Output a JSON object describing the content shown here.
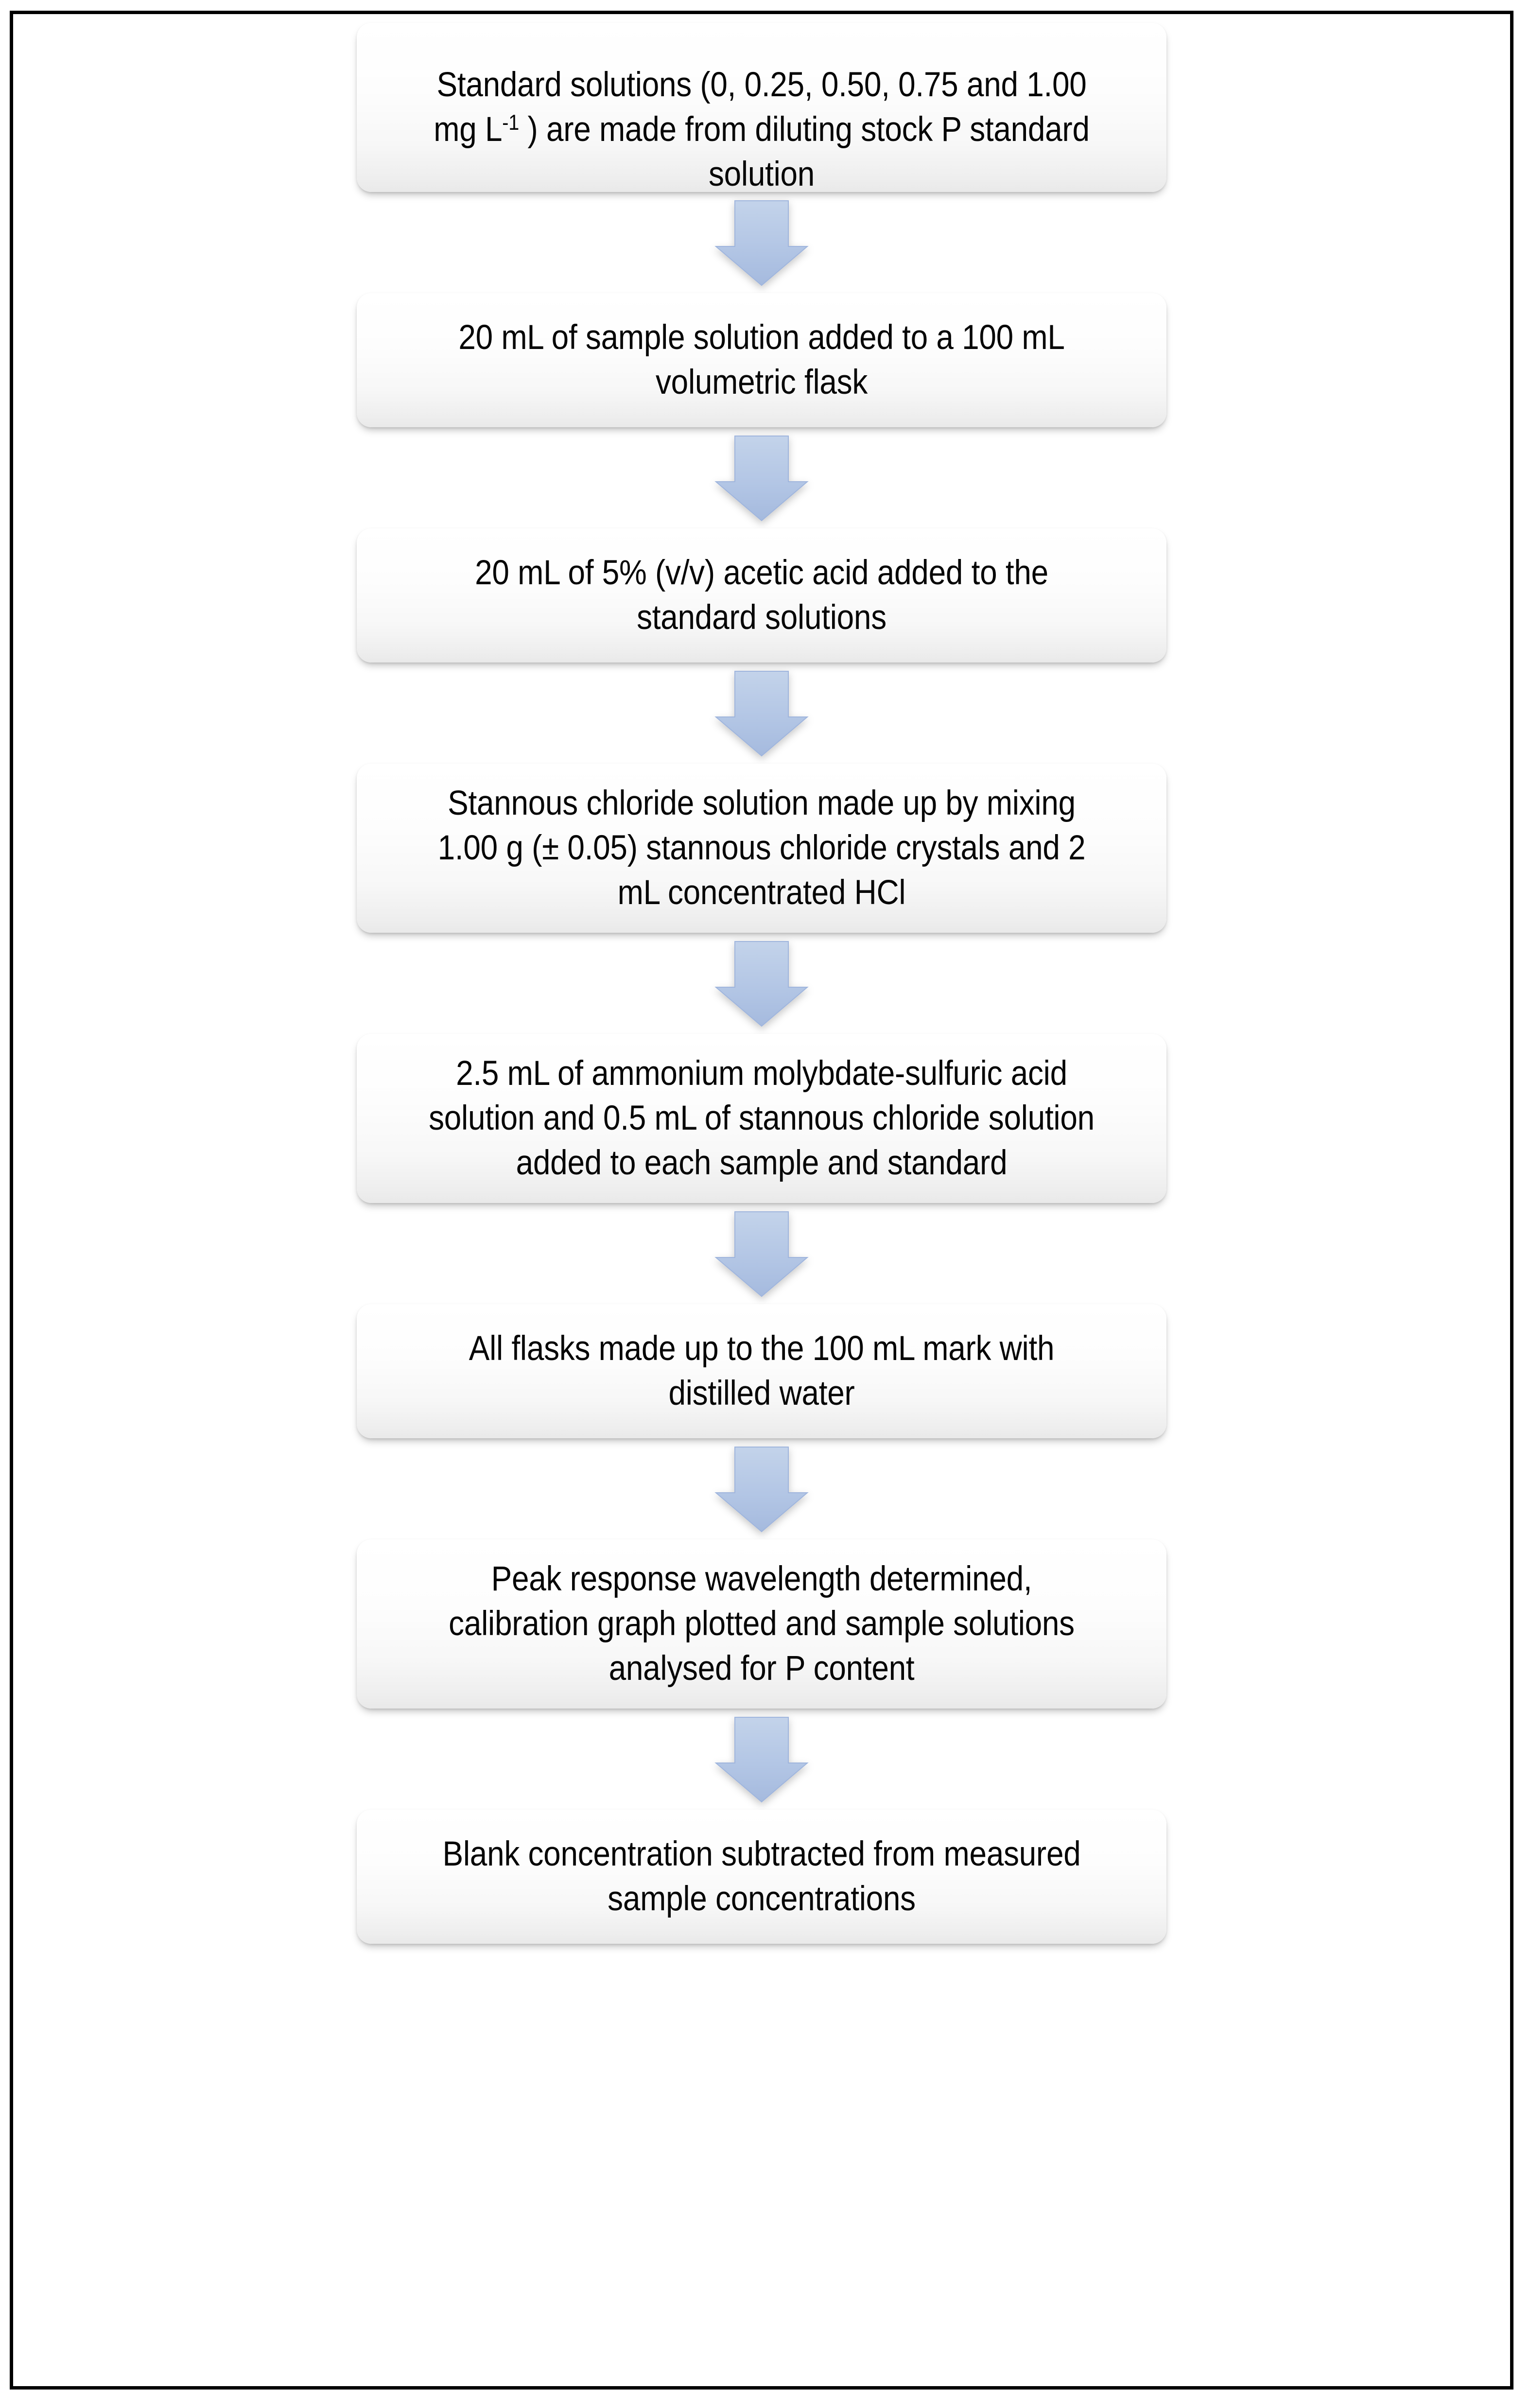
{
  "figure": {
    "type": "flowchart",
    "orientation": "vertical-top-to-bottom",
    "step_count": 8,
    "connector_count": 7,
    "colors": {
      "frame_border": "#000000",
      "page_background": "#ffffff",
      "box_fill_top": "#ffffff",
      "box_fill_bottom": "#e9e9e9",
      "box_text": "#050505",
      "arrow_fill": "#b0c4e4",
      "arrow_edge": "#9fb5dd"
    }
  },
  "steps": [
    {
      "id": "step-1",
      "order": 1,
      "lines": 3,
      "text_plain": "Standard solutions (0, 0.25, 0.50, 0.75 and 1.00 mg L-1 ) are made from diluting stock P standard solution",
      "text_before_sup": "Standard solutions (0, 0.25, 0.50, 0.75 and 1.00 mg L",
      "superscript": "-1",
      "text_after_sup": " ) are made from diluting stock P standard solution"
    },
    {
      "id": "step-2",
      "order": 2,
      "lines": 2,
      "text": "20 mL of sample solution added to a 100 mL volumetric flask"
    },
    {
      "id": "step-3",
      "order": 3,
      "lines": 2,
      "text": "20 mL of 5% (v/v) acetic acid added to the standard solutions"
    },
    {
      "id": "step-4",
      "order": 4,
      "lines": 3,
      "text": "Stannous chloride solution made up by mixing 1.00 g (± 0.05) stannous chloride crystals and 2 mL concentrated HCl"
    },
    {
      "id": "step-5",
      "order": 5,
      "lines": 3,
      "text": "2.5 mL of ammonium molybdate-sulfuric acid solution and 0.5 mL of stannous chloride solution added to each sample and standard"
    },
    {
      "id": "step-6",
      "order": 6,
      "lines": 2,
      "text": "All flasks made up to the 100 mL mark with distilled water"
    },
    {
      "id": "step-7",
      "order": 7,
      "lines": 3,
      "text": "Peak response wavelength determined, calibration graph plotted and sample solutions analysed for P content"
    },
    {
      "id": "step-8",
      "order": 8,
      "lines": 2,
      "text": "Blank concentration subtracted from measured sample concentrations"
    }
  ],
  "connectors": [
    {
      "id": "arrow-1",
      "from": "step-1",
      "to": "step-2",
      "icon": "down-arrow-icon"
    },
    {
      "id": "arrow-2",
      "from": "step-2",
      "to": "step-3",
      "icon": "down-arrow-icon"
    },
    {
      "id": "arrow-3",
      "from": "step-3",
      "to": "step-4",
      "icon": "down-arrow-icon"
    },
    {
      "id": "arrow-4",
      "from": "step-4",
      "to": "step-5",
      "icon": "down-arrow-icon"
    },
    {
      "id": "arrow-5",
      "from": "step-5",
      "to": "step-6",
      "icon": "down-arrow-icon"
    },
    {
      "id": "arrow-6",
      "from": "step-6",
      "to": "step-7",
      "icon": "down-arrow-icon"
    },
    {
      "id": "arrow-7",
      "from": "step-7",
      "to": "step-8",
      "icon": "down-arrow-icon"
    }
  ]
}
